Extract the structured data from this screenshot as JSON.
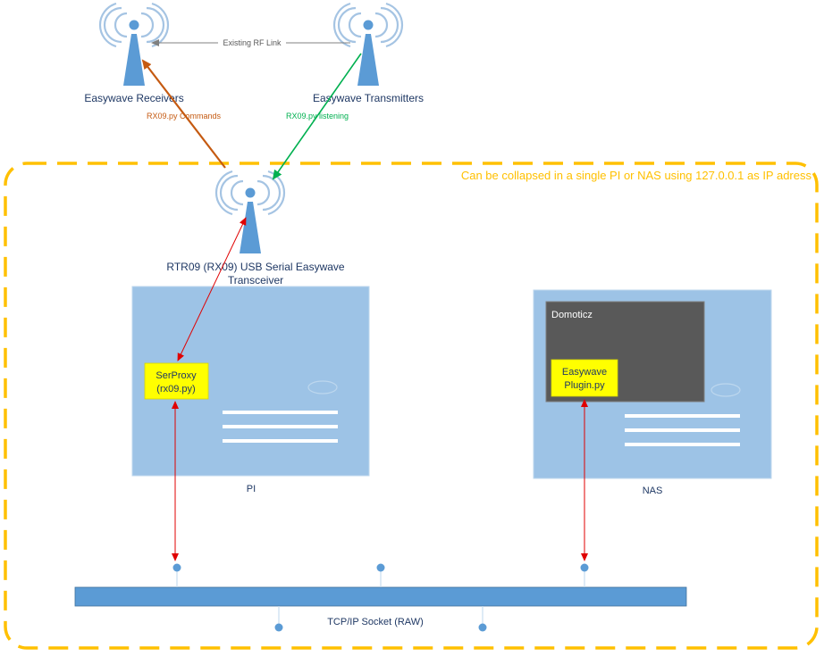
{
  "colors": {
    "boundary": "#ffc000",
    "antenna": "#5b9bd5",
    "antenna_waves": "#a5c4e3",
    "device_box": "#9dc3e6",
    "device_outline": "#bdd7ee",
    "screen_box": "#595959",
    "proxy_box": "#ffff00",
    "bus": "#5b9bd5",
    "link_gray": "#808080",
    "commands": "#c55a11",
    "listening": "#00b050",
    "serial": "#e00000",
    "label_blue": "#1f3864"
  },
  "boundary": {
    "note": "Can be collapsed in a single PI or NAS using 127.0.0.1 as IP adress"
  },
  "rf": {
    "receivers_label": "Easywave Receivers",
    "transmitters_label": "Easywave Transmitters",
    "existing_link_label": "Existing RF Link",
    "commands_label": "RX09.py Commands",
    "listening_label": "RX09.py listening"
  },
  "transceiver": {
    "label_line1": "RTR09 (RX09) USB Serial Easywave",
    "label_line2": "Transceiver"
  },
  "pi": {
    "label": "PI",
    "proxy_line1": "SerProxy",
    "proxy_line2": "(rx09.py)"
  },
  "nas": {
    "label": "NAS",
    "app_label": "Domoticz",
    "plugin_line1": "Easywave",
    "plugin_line2": "Plugin.py"
  },
  "network": {
    "bus_label": "TCP/IP Socket (RAW)"
  },
  "icons": {
    "antenna": "antenna-icon",
    "node": "network-node-icon"
  }
}
